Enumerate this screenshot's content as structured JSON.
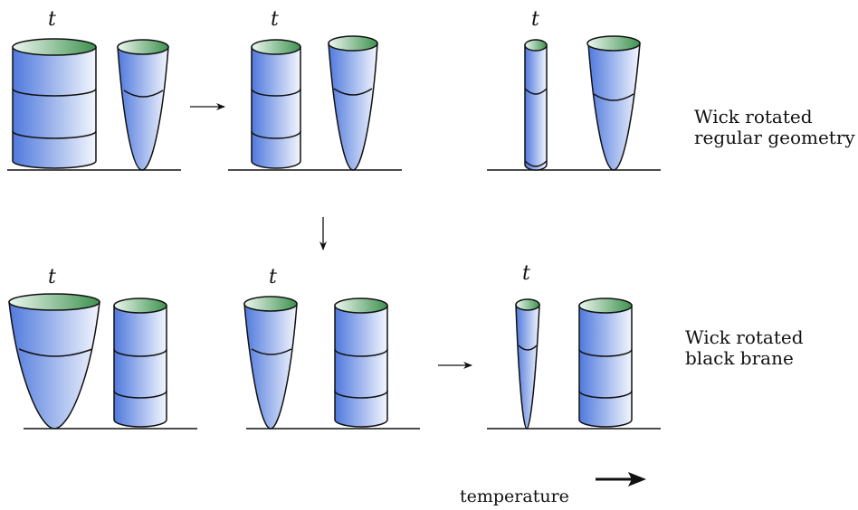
{
  "axis_symbol": "t",
  "row_labels": {
    "top": [
      "Wick rotated",
      "regular geometry"
    ],
    "bottom": [
      "Wick rotated",
      "black brane"
    ]
  },
  "bottom_caption": "temperature",
  "colors": {
    "body_dark": "#4f79dd",
    "body_light": "#f3f6fd",
    "cap_dark": "#3e9250",
    "cap_light": "#edf7ef",
    "outline": "#111111"
  },
  "panels": {
    "top": [
      {
        "left": "cylinder-wide",
        "right": "cigar"
      },
      {
        "left": "cylinder-medium",
        "right": "cigar"
      },
      {
        "left": "cylinder-thin",
        "right": "cigar"
      }
    ],
    "bottom": [
      {
        "left": "cigar-wide",
        "right": "cylinder"
      },
      {
        "left": "cigar-medium",
        "right": "cylinder"
      },
      {
        "left": "cigar-thin",
        "right": "cylinder"
      }
    ]
  }
}
